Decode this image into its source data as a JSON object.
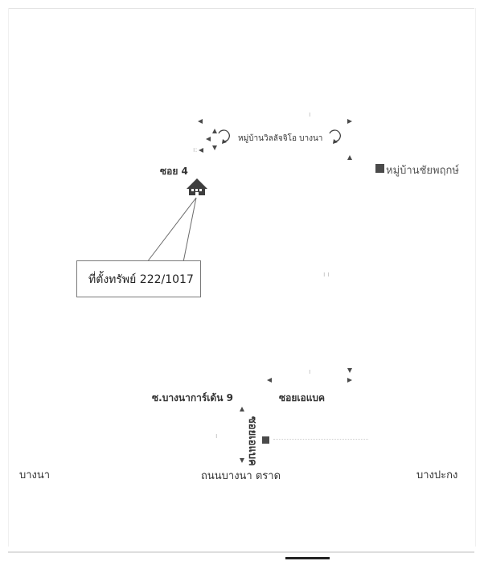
{
  "labels": {
    "village_villaggio": "หมู่บ้านวิลลัจจิโอ บางนา",
    "village_chaiyaphruek": "หมู่บ้านชัยพฤกษ์",
    "soi_4": "ซอย 4",
    "property": "ที่ตั้งทรัพย์ 222/1017",
    "soi_bangna_garden_9": "ซ.บางนาการ์เด้น 9",
    "soi_abac_horizontal": "ซอยเอแบค",
    "soi_abac_vertical": "ซอยเอแบค",
    "bangna": "บางนา",
    "bangna_trat_road": "ถนนบางนา ตราด",
    "bang_pakong": "บางปะกง"
  },
  "icons": {
    "property": "house-icon",
    "roundabouts": "roundabout-icon",
    "landmarks": "square-marker-icon"
  },
  "colors": {
    "ink": "#3a3a3a",
    "marker": "#4a4a4a"
  }
}
